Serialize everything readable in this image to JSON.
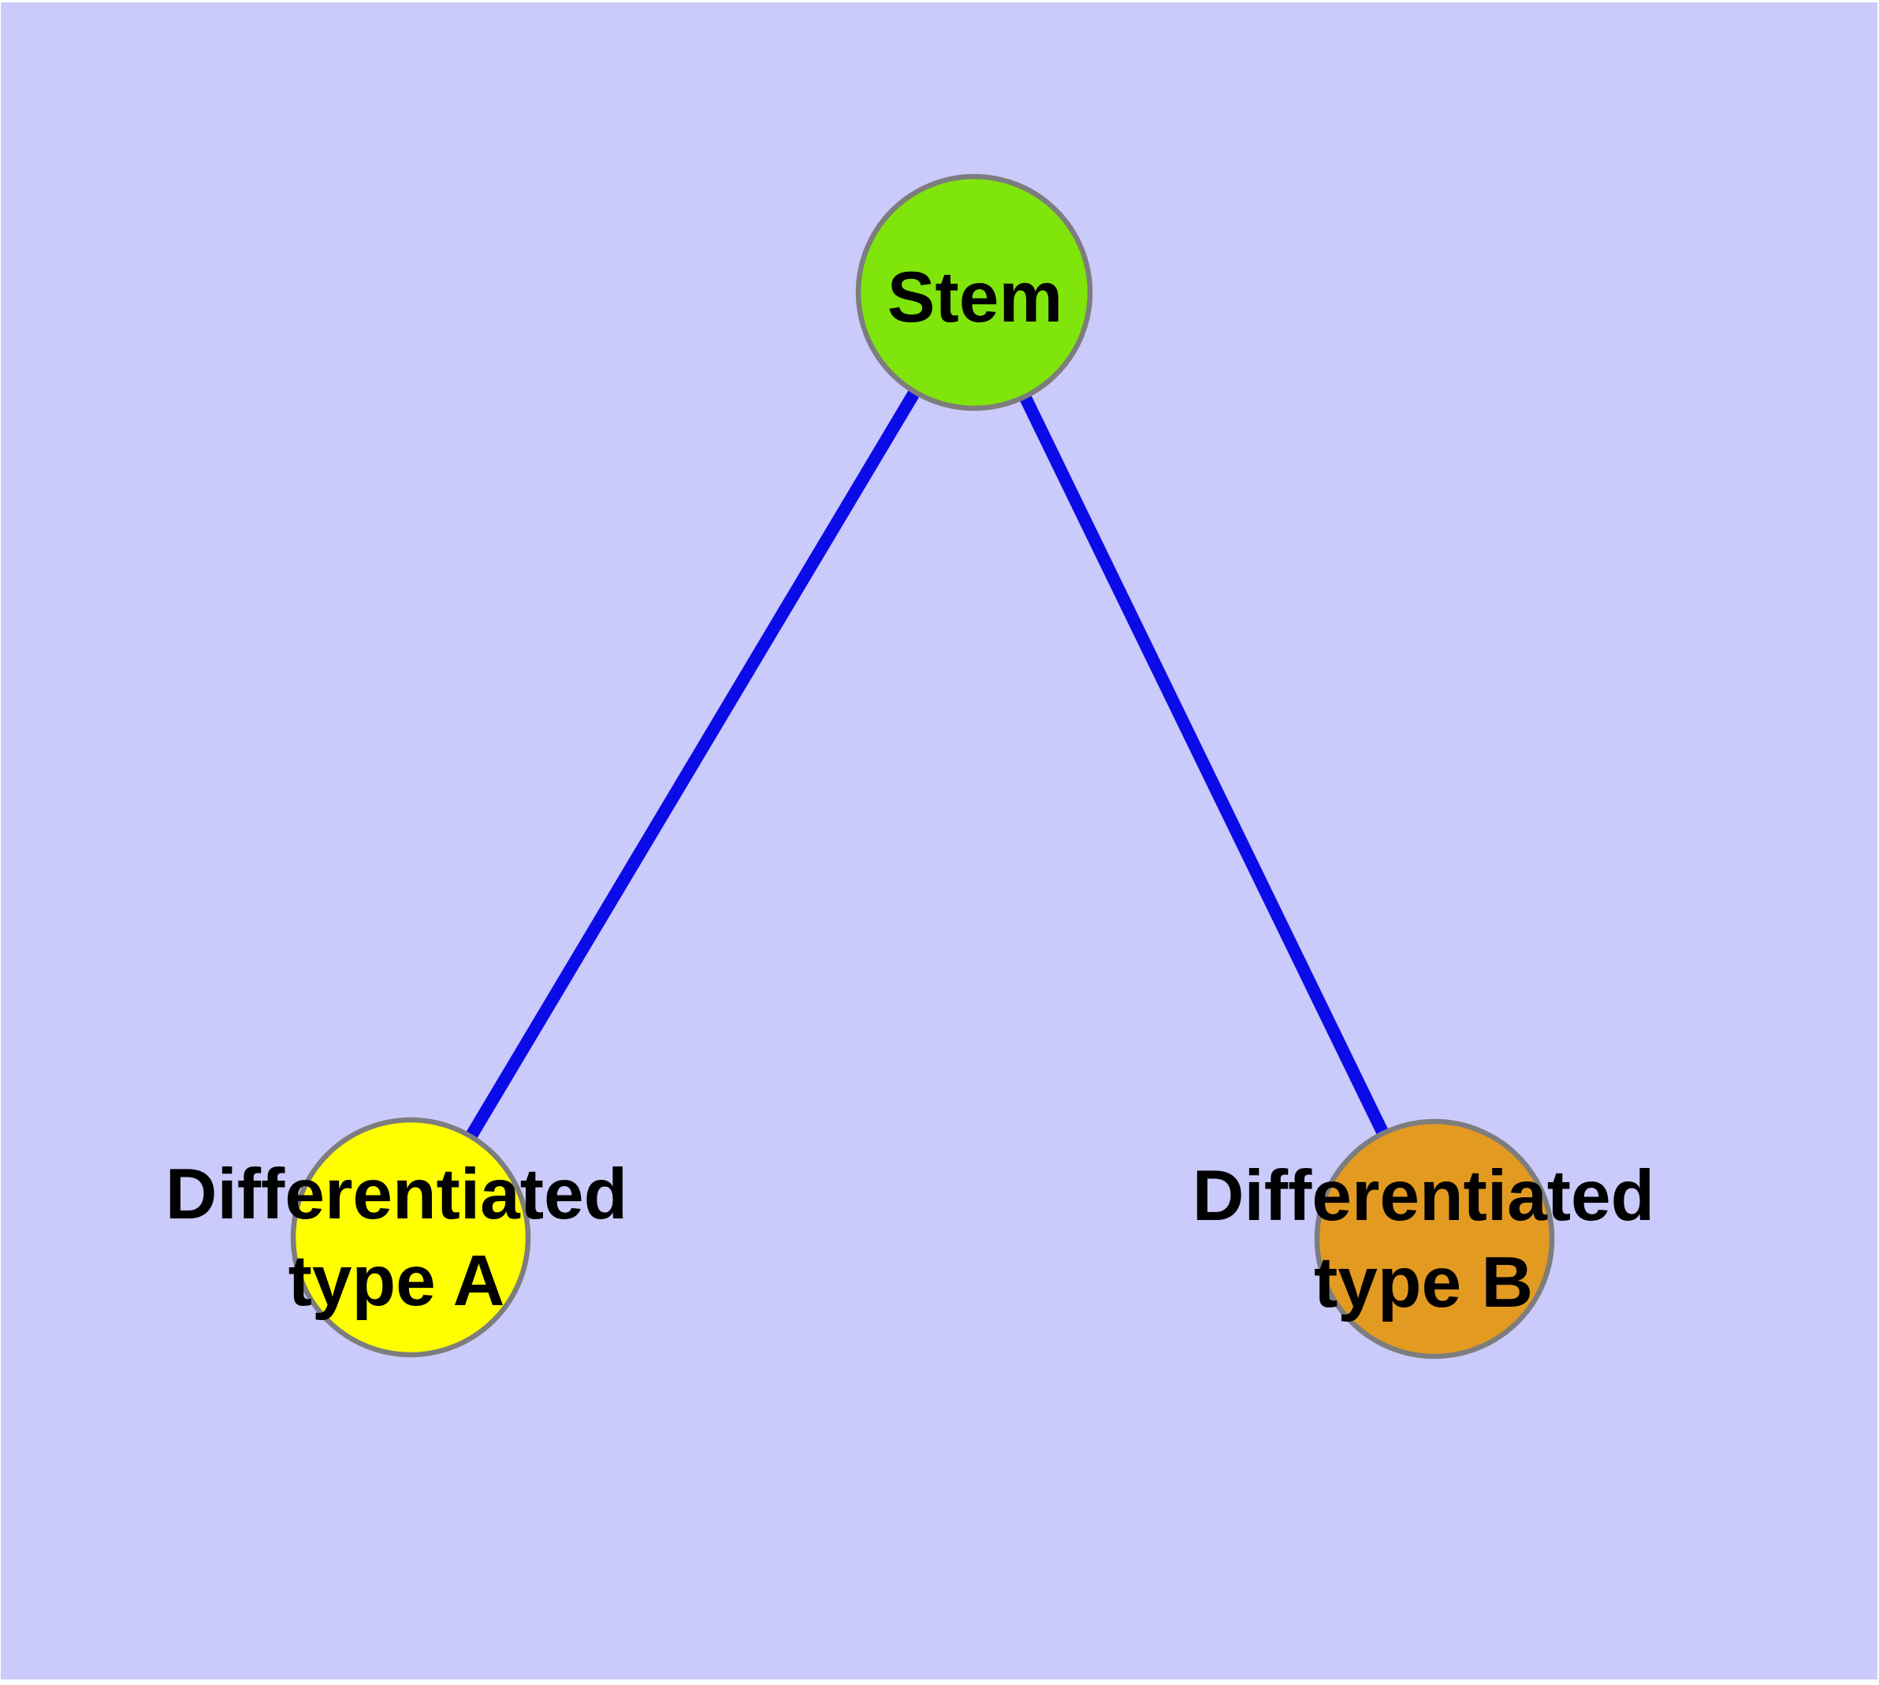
{
  "diagram": {
    "type": "graph",
    "description": "Stem cell differentiation diagram: one stem node with two differentiated daughter cell types",
    "colors": {
      "page_background": "#ffffff",
      "canvas_background": "#CACAFB",
      "edge": "#0B0BE8",
      "node_border": "#7D7D7D",
      "label": "#000000"
    },
    "nodes": [
      {
        "id": "stem",
        "label": "Stem",
        "lines": {
          "line1": "Stem"
        },
        "fill": "#80E50A"
      },
      {
        "id": "differentiated-type-a",
        "label": "Differentiated type A",
        "lines": {
          "line1": "Differentiated",
          "line2": "type A"
        },
        "fill": "#FFFF00"
      },
      {
        "id": "differentiated-type-b",
        "label": "Differentiated type B",
        "lines": {
          "line1": "Differentiated",
          "line2": "type B"
        },
        "fill": "#E39A20"
      }
    ],
    "edges": [
      {
        "from": "Stem",
        "to": "Differentiated type A"
      },
      {
        "from": "Stem",
        "to": "Differentiated type B"
      }
    ]
  }
}
